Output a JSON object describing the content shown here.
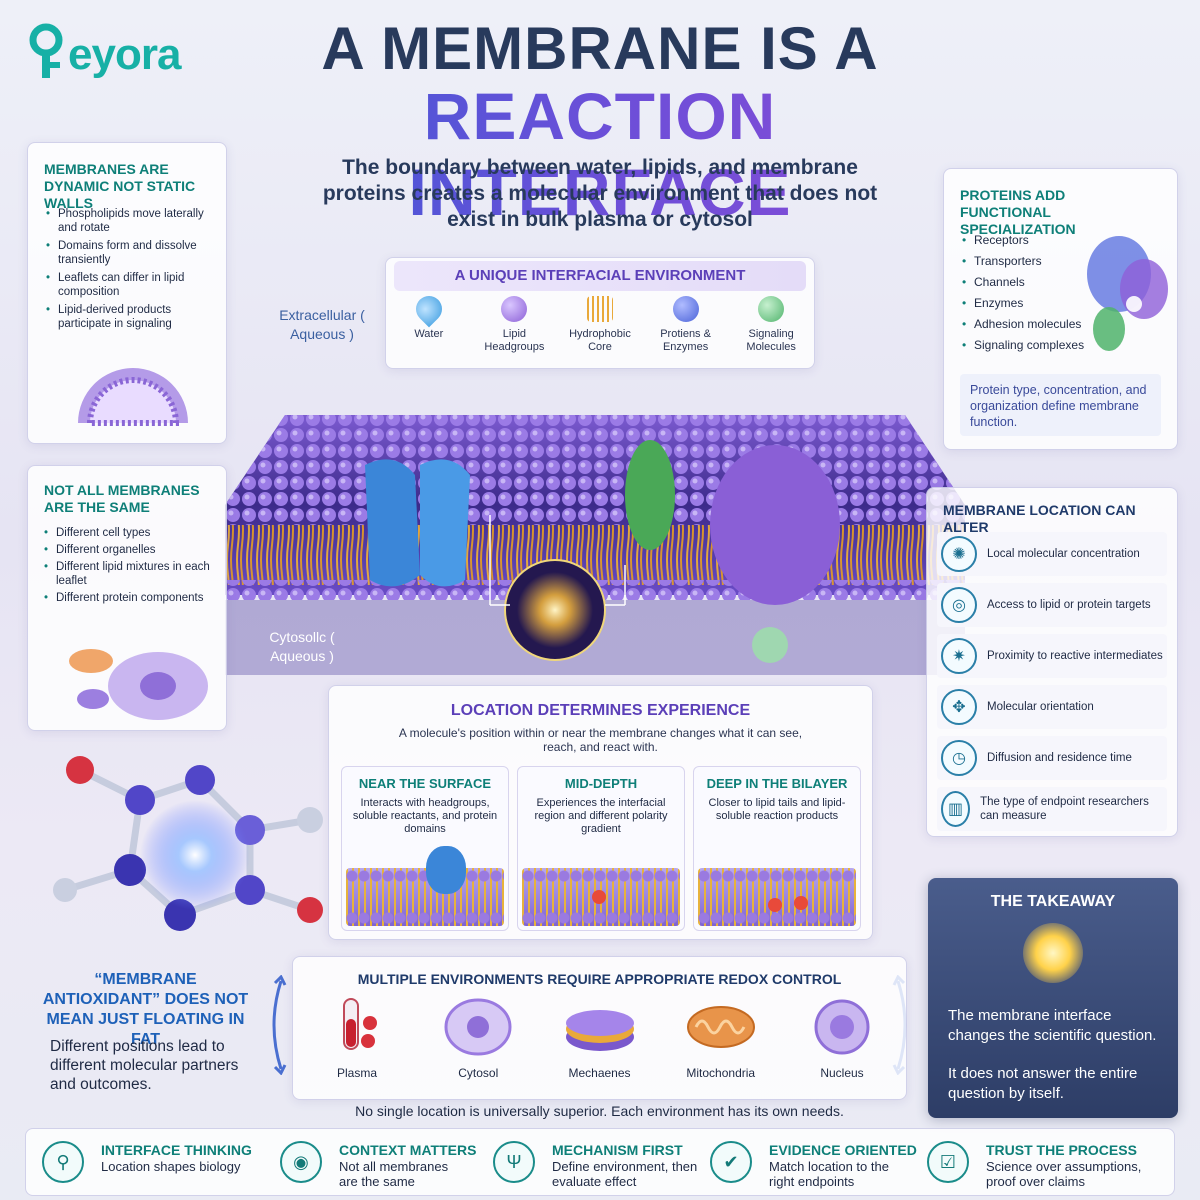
{
  "brand": {
    "name": "Keyora",
    "logo_suffix": "eyora",
    "accent": "#17b0a6"
  },
  "title": {
    "line1": "A MEMBRANE IS A",
    "line2": "REACTION INTERFACE"
  },
  "subtitle": "The boundary between water, lipids, and membrane proteins creates a molecular environment that does not exist in bulk plasma or cytosol",
  "environment": {
    "title": "A UNIQUE INTERFACIAL ENVIRONMENT",
    "items": [
      {
        "label": "Water",
        "icon": "water-drop-icon",
        "color": "#3b9ce0"
      },
      {
        "label": "Lipid Headgroups",
        "icon": "lipid-sphere-icon",
        "color": "#8b5ed6"
      },
      {
        "label": "Hydrophobic Core",
        "icon": "lipid-tails-icon",
        "color": "#e9a93a"
      },
      {
        "label": "Protiens & Enzymes",
        "icon": "protein-icon",
        "color": "#4a62d8"
      },
      {
        "label": "Signaling Molecules",
        "icon": "signal-molecule-icon",
        "color": "#4fb36b"
      }
    ]
  },
  "labels": {
    "extracellular": "Extracellular ( Aqueous )",
    "cytosolic": "Cytosollc ( Aqueous )"
  },
  "dynamic": {
    "title": "MEMBRANES ARE DYNAMIC NOT STATIC WALLS",
    "items": [
      "Phospholipids move laterally and rotate",
      "Domains form and dissolve transiently",
      "Leaflets can differ in lipid composition",
      "Lipid-derived products participate in signaling"
    ]
  },
  "not_all": {
    "title": "NOT ALL MEMBRANES ARE THE SAME",
    "items": [
      "Different cell types",
      "Different organelles",
      "Different lipid mixtures in each leaflet",
      "Different protein components"
    ]
  },
  "proteins": {
    "title": "PROTEINS ADD FUNCTIONAL SPECIALIZATION",
    "items": [
      "Receptors",
      "Transporters",
      "Channels",
      "Enzymes",
      "Adhesion molecules",
      "Signaling complexes"
    ],
    "note": "Protein type, concentration, and organization define membrane function."
  },
  "location_alter": {
    "title": "MEMBRANE LOCATION CAN ALTER",
    "items": [
      {
        "label": "Local molecular concentration",
        "icon": "concentration-icon",
        "glyph": "✺"
      },
      {
        "label": "Access to lipid or protein targets",
        "icon": "target-icon",
        "glyph": "◎"
      },
      {
        "label": "Proximity to reactive intermediates",
        "icon": "burst-icon",
        "glyph": "✷"
      },
      {
        "label": "Molecular orientation",
        "icon": "orientation-arrows-icon",
        "glyph": "✥"
      },
      {
        "label": "Diffusion and residence time",
        "icon": "stopwatch-icon",
        "glyph": "◷"
      },
      {
        "label": "The type of endpoint researchers can measure",
        "icon": "bar-chart-icon",
        "glyph": "▥"
      }
    ]
  },
  "location_experience": {
    "title": "LOCATION DETERMINES EXPERIENCE",
    "subtitle": "A molecule's position within or near the membrane changes what it can see, reach, and react with.",
    "columns": [
      {
        "title": "NEAR THE SURFACE",
        "text": "Interacts with headgroups, soluble reactants, and protein domains"
      },
      {
        "title": "MID-DEPTH",
        "text": "Experiences the interfacial region and different polarity gradient"
      },
      {
        "title": "DEEP IN THE BILAYER",
        "text": "Closer to lipid tails and lipid-soluble reaction products"
      }
    ]
  },
  "antioxidant": {
    "title": "“MEMBRANE ANTIOXIDANT” DOES NOT MEAN JUST FLOATING IN FAT",
    "text": "Different positions lead to different molecular partners and outcomes."
  },
  "redox": {
    "title": "MULTIPLE ENVIRONMENTS REQUIRE APPROPRIATE REDOX CONTROL",
    "items": [
      {
        "label": "Plasma",
        "icon": "blood-tube-icon"
      },
      {
        "label": "Cytosol",
        "icon": "cell-icon"
      },
      {
        "label": "Mechaenes",
        "icon": "membrane-disc-icon"
      },
      {
        "label": "Mitochondria",
        "icon": "mitochondria-icon"
      },
      {
        "label": "Nucleus",
        "icon": "nucleus-icon"
      }
    ],
    "footer": "No single location is universally superior. Each environment has its own needs."
  },
  "takeaway": {
    "title": "THE TAKEAWAY",
    "line1": "The membrane interface changes the scientific question.",
    "line2": "It does not answer the entire question by itself."
  },
  "bottom": [
    {
      "title": "INTERFACE THINKING",
      "text": "Location shapes biology",
      "icon": "person-molecule-icon",
      "glyph": "⚲"
    },
    {
      "title": "CONTEXT MATTERS",
      "text": "Not all membranes are the same",
      "icon": "compass-icon",
      "glyph": "◉"
    },
    {
      "title": "MECHANISM FIRST",
      "text": "Define environment, then evaluate effect",
      "icon": "fork-icon",
      "glyph": "Ψ"
    },
    {
      "title": "EVIDENCE ORIENTED",
      "text": "Match location to the right endpoints",
      "icon": "shield-check-icon",
      "glyph": "✔"
    },
    {
      "title": "TRUST THE PROCESS",
      "text": "Science over assumptions, proof over claims",
      "icon": "checklist-icon",
      "glyph": "☑"
    }
  ]
}
